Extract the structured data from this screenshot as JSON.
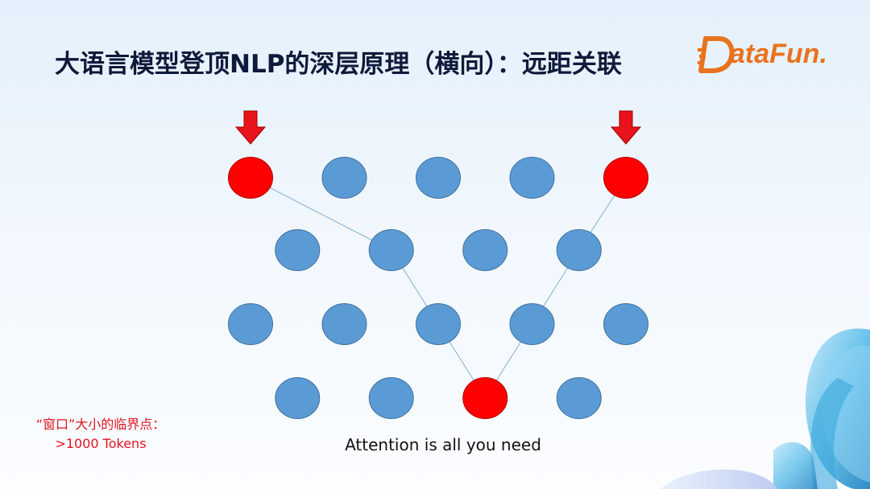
{
  "slide": {
    "title": "大语言模型登顶NLP的深层原理（横向）：远距关联",
    "note": "“窗口”大小的临界点：>1000 Tokens",
    "caption": "Attention is all you need"
  },
  "logo": {
    "text": "ataFun."
  },
  "colors": {
    "node": "#5b9bd5",
    "highlight": "#ff0000",
    "arrow": "#e8131b",
    "edge": "#7fb0d8",
    "title": "#0d1a3a",
    "note": "#e0141e",
    "logo": "#e8731e"
  },
  "network": {
    "rows": [
      {
        "count": 5,
        "highlighted": [
          0,
          4
        ]
      },
      {
        "count": 4,
        "highlighted": []
      },
      {
        "count": 5,
        "highlighted": []
      },
      {
        "count": 4,
        "highlighted": [
          2
        ]
      }
    ],
    "arrows_above": [
      0,
      4
    ],
    "paths": [
      [
        [
          0,
          0
        ],
        [
          1,
          1
        ],
        [
          2,
          2
        ],
        [
          3,
          2
        ]
      ],
      [
        [
          0,
          4
        ],
        [
          1,
          3
        ],
        [
          2,
          3
        ],
        [
          3,
          2
        ]
      ]
    ]
  }
}
